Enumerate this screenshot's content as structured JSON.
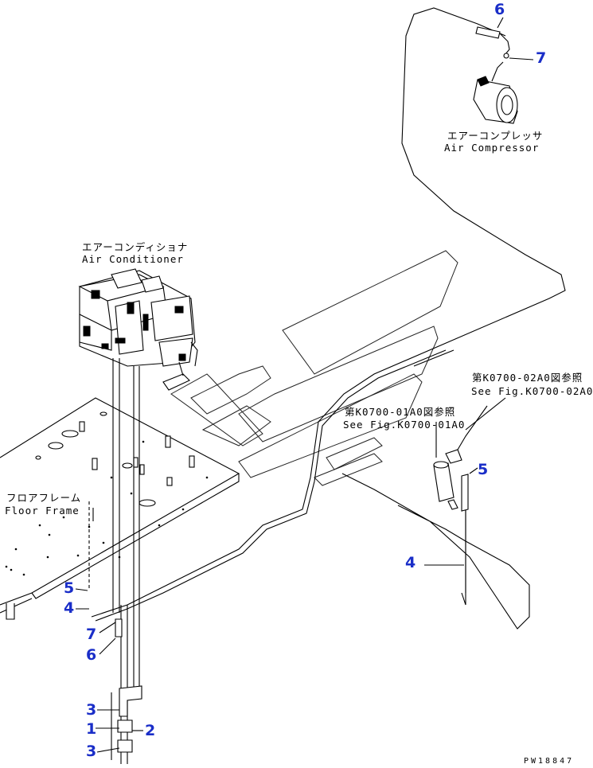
{
  "labels": {
    "air_compressor_jp": "エアーコンプレッサ",
    "air_compressor_en": "Air Compressor",
    "air_conditioner_jp": "エアーコンディショナ",
    "air_conditioner_en": "Air Conditioner",
    "floor_frame_jp": "フロアフレーム",
    "floor_frame_en": "Floor Frame",
    "ref1_jp": "第K0700-02A0図参照",
    "ref1_en": "See Fig.K0700-02A0",
    "ref2_jp": "第K0700-01A0図参照",
    "ref2_en": "See Fig.K0700-01A0",
    "drawing_code": "PW18847"
  },
  "callouts": [
    "6",
    "7",
    "5",
    "4",
    "5",
    "4",
    "7",
    "6",
    "3",
    "1",
    "2",
    "3"
  ],
  "colors": {
    "callout": "#1a2ec8",
    "line": "#000000"
  }
}
